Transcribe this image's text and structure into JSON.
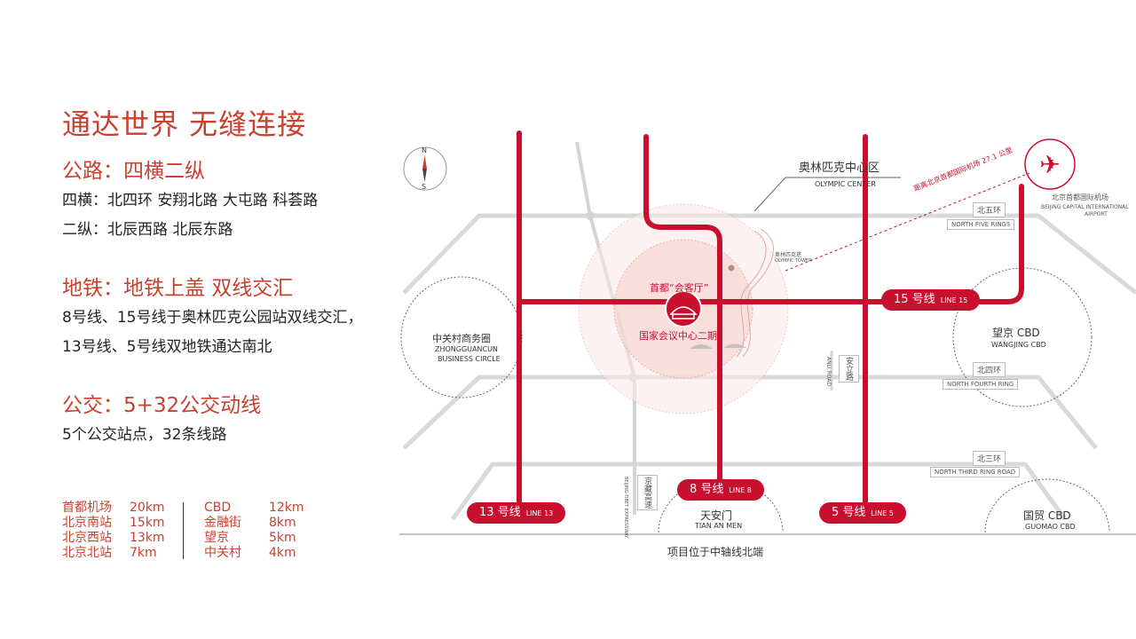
{
  "headline": "通达世界 无缝连接",
  "road": {
    "heading": "公路：四横二纵",
    "lines": [
      "四横：北四环 安翔北路 大屯路 科荟路",
      "二纵：北辰西路 北辰东路"
    ]
  },
  "subway": {
    "heading": "地铁：地铁上盖 双线交汇",
    "lines": [
      "8号线、15号线于奥林匹克公园站双线交汇，",
      "13号线、5号线双地铁通达南北"
    ]
  },
  "bus": {
    "heading": "公交：5+32公交动线",
    "lines": [
      "5个公交站点，32条线路"
    ]
  },
  "distances_left": [
    {
      "name": "首都机场",
      "value": "20km"
    },
    {
      "name": "北京南站",
      "value": "15km"
    },
    {
      "name": "北京西站",
      "value": "13km"
    },
    {
      "name": "北京北站",
      "value": "7km"
    }
  ],
  "distances_right": [
    {
      "name": "CBD",
      "value": "12km"
    },
    {
      "name": "金融街",
      "value": "8km"
    },
    {
      "name": "望京",
      "value": "5km"
    },
    {
      "name": "中关村",
      "value": "4km"
    }
  ],
  "map": {
    "compass_n": "N",
    "compass_s": "S",
    "olympic_cn": "奥林匹克中心区",
    "olympic_en": "OLYMPIC CENTER",
    "olympic_tower_cn": "奥林匹克塔",
    "olympic_tower_en": "OLYMPIC TOWER",
    "airport_note": "距离北京首都国际机场 27.1 公里",
    "airport_cn": "北京首都国际机场",
    "airport_en1": "BEIJING CAPITAL INTERNATIONAL",
    "airport_en2": "AIRPORT",
    "project_cn1": "首都",
    "project_quote": "“会客厅”",
    "project_cn2": "国家会议中心二期",
    "zgc_cn": "中关村商务圈",
    "zgc_en1": "ZHONGGUANCUN",
    "zgc_en2": "BUSINESS CIRCLE",
    "wangjing_cn": "望京 CBD",
    "wangjing_en": "WANGJING CBD",
    "guomao_cn": "国贸 CBD",
    "guomao_en": "GUOMAO CBD",
    "tiananmen_cn": "天安门",
    "tiananmen_en": "TIAN AN MEN",
    "anli_cn": "安立路",
    "anli_en": "ANLI ROAD",
    "jingzang_cn": "京藏高速",
    "jingzang_en": "BEIJING-TIBET EXPRESSWAY",
    "ring5_cn": "北五环",
    "ring5_en": "NORTH FIVE RINGS",
    "ring4_cn": "北四环",
    "ring4_en": "NORTH FOURTH RING",
    "ring3_cn": "北三环",
    "ring3_en": "NORTH THIRD RING ROAD",
    "line15_cn": "15 号线",
    "line15_en": "LINE 15",
    "line13_cn": "13 号线",
    "line13_en": "LINE 13",
    "line8_cn": "8 号线",
    "line8_en": "LINE 8",
    "line5_cn": "5 号线",
    "line5_en": "LINE 5",
    "caption": "项目位于中轴线北端"
  },
  "colors": {
    "accent": "#c8412f",
    "subway": "#c8102e",
    "road": "#d9d9d9"
  }
}
